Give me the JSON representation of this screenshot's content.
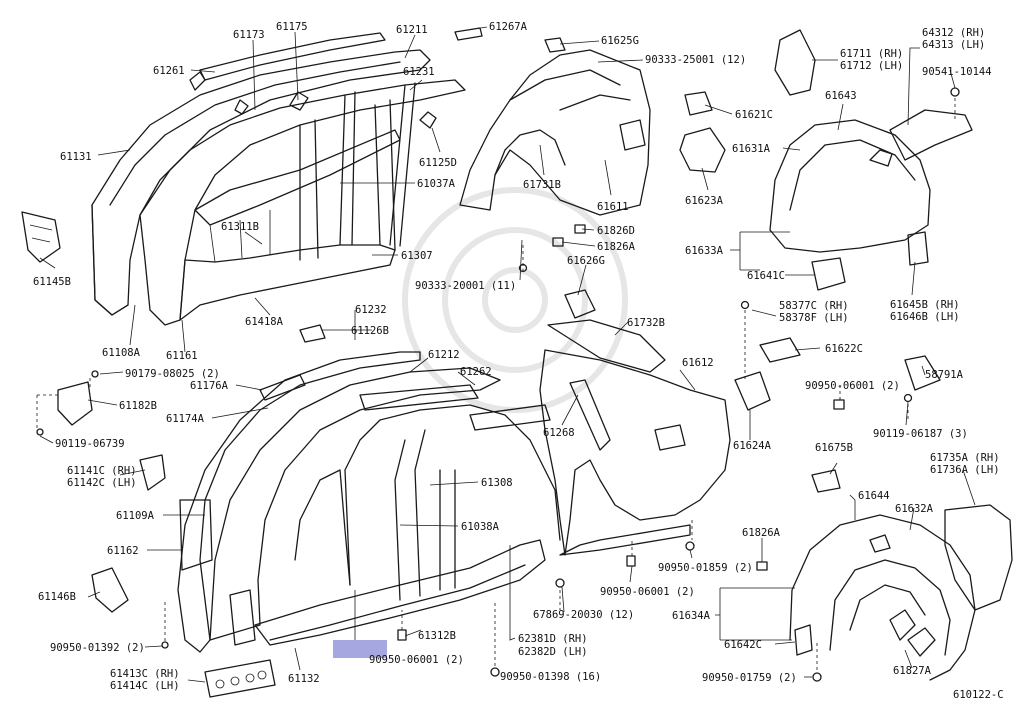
{
  "diagram_code": "610122-C",
  "highlight_color": "#a6a6e0",
  "labels": {
    "p61261": "61261",
    "p61173": "61173",
    "p61175": "61175",
    "p61211": "61211",
    "p61267A": "61267A",
    "p61625G": "61625G",
    "p90333_25001": "90333-25001 (12)",
    "p61711": "61711 (RH)",
    "p61712": "61712 (LH)",
    "p64312": "64312 (RH)",
    "p64313": "64313 (LH)",
    "p90541": "90541-10144",
    "p61231": "61231",
    "p61131": "61131",
    "p61125D": "61125D",
    "p61621C": "61621C",
    "p61643": "61643",
    "p61037A": "61037A",
    "p61731B": "61731B",
    "p61631A": "61631A",
    "p61623A": "61623A",
    "p61611": "61611",
    "p61145B": "61145B",
    "p61311B": "61311B",
    "p61826D": "61826D",
    "p61826A_top": "61826A",
    "p61633A": "61633A",
    "p61307": "61307",
    "p61626G": "61626G",
    "p90333_20001": "90333-20001 (11)",
    "p61641C": "61641C",
    "p58377C": "58377C (RH)",
    "p58378F": "58378F (LH)",
    "p61645B": "61645B (RH)",
    "p61646B": "61646B (LH)",
    "p61418A": "61418A",
    "p61232": "61232",
    "p61126B": "61126B",
    "p61732B": "61732B",
    "p61108A": "61108A",
    "p61161": "61161",
    "p61212": "61212",
    "p61612": "61612",
    "p61622C": "61622C",
    "p90179": "90179-08025 (2)",
    "p61262": "61262",
    "p58791A": "58791A",
    "p61176A": "61176A",
    "p90950_06001_r": "90950-06001 (2)",
    "p61182B": "61182B",
    "p61174A": "61174A",
    "p61268": "61268",
    "p61624A": "61624A",
    "p90119_06187": "90119-06187 (3)",
    "p90119_06739": "90119-06739",
    "p61675B": "61675B",
    "p61141C": "61141C (RH)",
    "p61142C": "61142C (LH)",
    "p61308": "61308",
    "p61735A": "61735A (RH)",
    "p61736A": "61736A (LH)",
    "p61109A": "61109A",
    "p61038A": "61038A",
    "p61644": "61644",
    "p61632A": "61632A",
    "p61162": "61162",
    "p61826A_bot": "61826A",
    "p90950_01859": "90950-01859 (2)",
    "p61146B": "61146B",
    "p90950_06001_m": "90950-06001 (2)",
    "p67869": "67869-20030 (12)",
    "p61634A": "61634A",
    "p90950_01392": "90950-01392 (2)",
    "p61312B": "61312B",
    "p62381D": "62381D (RH)",
    "p62382D": "62382D (LH)",
    "p61642C": "61642C",
    "p90950_06001_b": "90950-06001 (2)",
    "p61413C": "61413C (RH)",
    "p61414C": "61414C (LH)",
    "p61132": "61132",
    "p90950_01398": "90950-01398 (16)",
    "p90950_01759": "90950-01759 (2)",
    "p61827A": "61827A"
  }
}
